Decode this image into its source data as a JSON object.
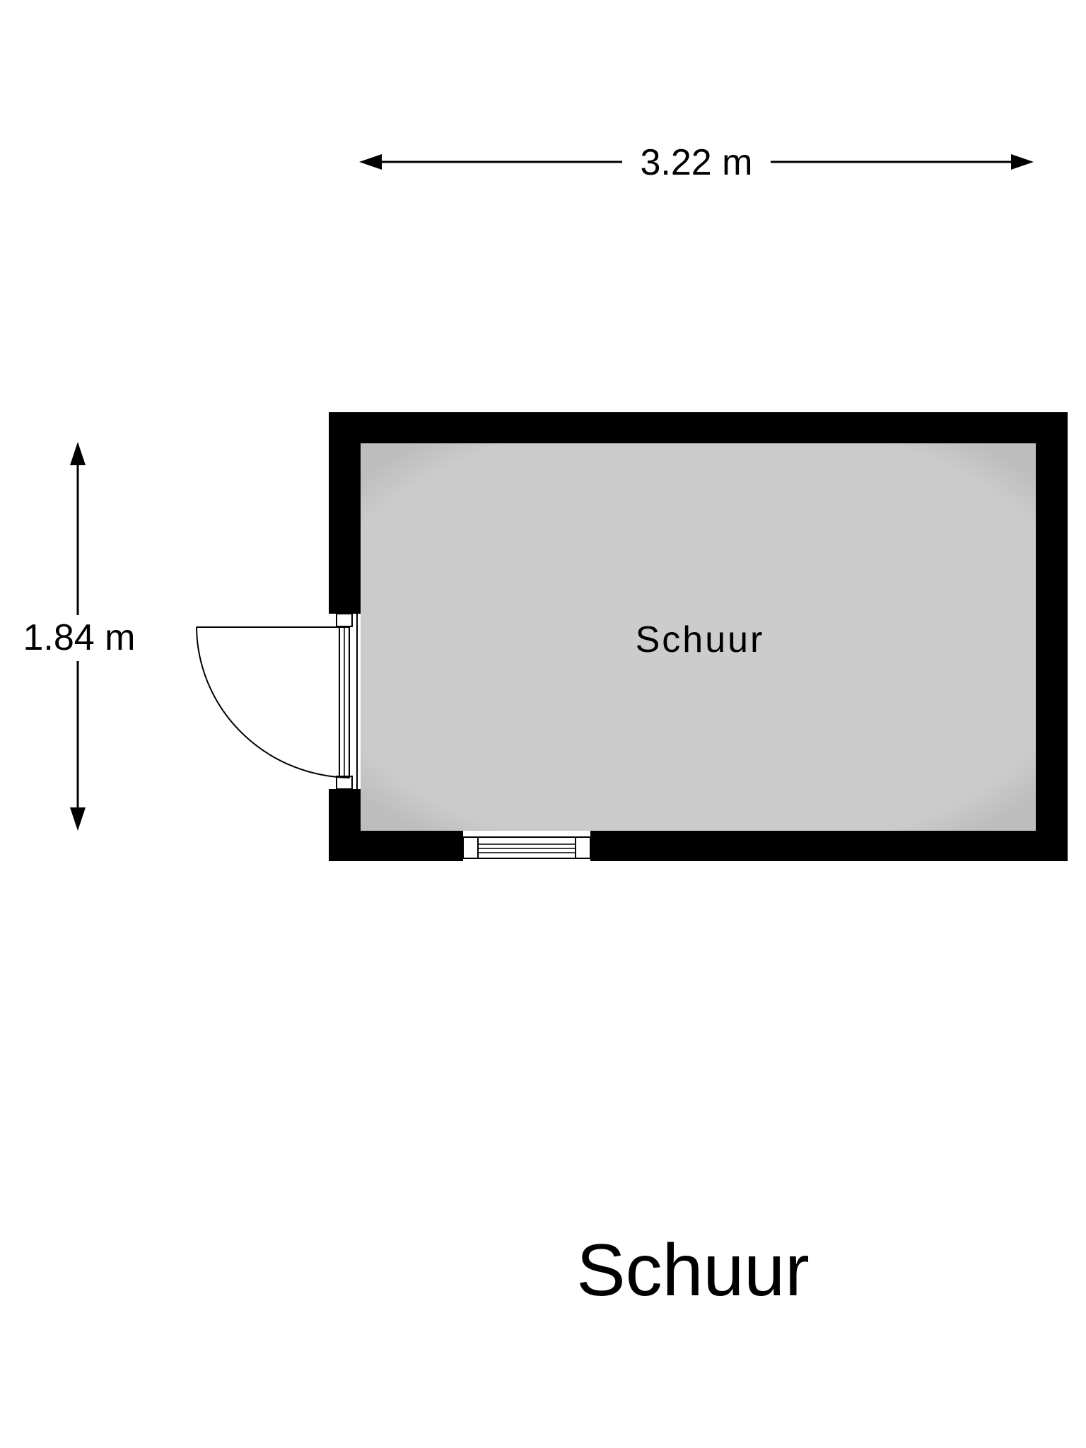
{
  "title": "Schuur",
  "room": {
    "label": "Schuur",
    "floor_color": "#cccccc",
    "wall_color": "#000000"
  },
  "dimensions": {
    "width_label": "3.22 m",
    "height_label": "1.84 m"
  },
  "openings": {
    "door": "door-swing-icon",
    "window": "window-icon"
  }
}
